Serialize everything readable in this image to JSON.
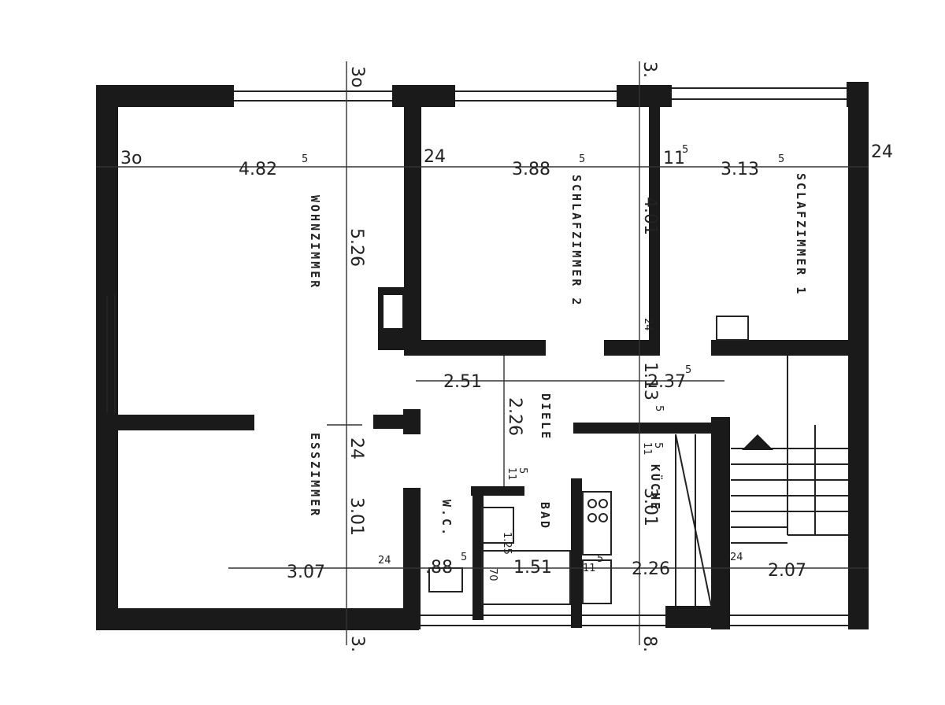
{
  "rooms": {
    "wohnzimmer": "WOHNZIMMER",
    "esszimmer": "ESSZIMMER",
    "schlafzimmer_2": "SCHLAFZIMMER 2",
    "schlafzimmer_1": "SCLAFZIMMER 1",
    "diele": "DIELE",
    "kueche": "KÜCHE",
    "bad": "BAD",
    "wc": "W.C."
  },
  "dimensions": {
    "top_30": "3o",
    "top_482": "4.82",
    "top_482_sup": "5",
    "top_24a": "24",
    "top_388": "3.88",
    "top_388_sup": "5",
    "top_115": "11",
    "top_115_sup": "5",
    "top_313": "3.13",
    "top_313_sup": "5",
    "top_24b": "24",
    "axis_30_top": "3o",
    "axis_30_top_r": "3.",
    "axis_30_bottom": "3.",
    "axis_30_bottom_r": "8.",
    "v_526": "5.26",
    "v_401": "4.01",
    "v_24_mid": "24",
    "mid_251": "2.51",
    "mid_2375": "2.37",
    "mid_2375_sup": "5",
    "mid_113": "1.13",
    "mid_113_sup": "5",
    "v_226": "2.26",
    "v_24_left": "24",
    "v_301_left": "3.01",
    "v_301_right": "3.01",
    "v_115_a": "11",
    "v_115_a_sup": "5",
    "v_115_b": "11",
    "v_115_b_sup": "5",
    "bot_307": "3.07",
    "bot_24a": "24",
    "bot_885": ".88",
    "bot_885_sup": "5",
    "bot_151": "1.51",
    "bot_115": "11",
    "bot_115_sup": "5",
    "bot_226": "2.26",
    "bot_24b": "24",
    "bot_207": "2.07",
    "bad_125": "1.25",
    "bad_70": "70"
  }
}
